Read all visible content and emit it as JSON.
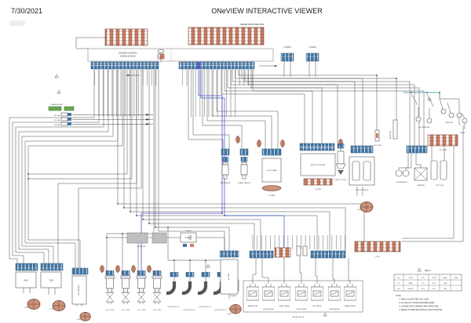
{
  "header": {
    "date": "7/30/2021",
    "title": "ONeVIEW INTERACTIVE VIEWER"
  },
  "ecm": {
    "name1": "ENGINE CONTROL",
    "name2": "MODULE (ECM)",
    "view_note": "VIEWED FROM WIRE SIDE",
    "stub1": "C2 ECM",
    "stub2": "C3 ECM"
  },
  "left": {
    "gnd": "CHASSIS GND",
    "fuse1": "F1 10A",
    "fuse2": "F2 15A",
    "fuse3": "F3 10A"
  },
  "mid": {
    "sensor1": "CAM SENSOR",
    "sensor2": "CRANK SENSOR",
    "sensor3": "OIL PRESS",
    "ctrl": "GLOW TIMER",
    "ctrl_conn": "C-TIMER",
    "pump": "INJECTION PUMP",
    "pump_conn": "C-PUMP",
    "sol1": "FUEL CUT SOL",
    "dual": "STOP SOLENOID",
    "dual_conn": "C-EGR"
  },
  "right": {
    "jb": "J/B CONN",
    "sw1": "OIL PRESS SW",
    "sw2": "PARK SW",
    "res": "RESISTOR",
    "fuse": "FUS LINK",
    "alt": "ALTERNATOR",
    "start": "STARTER",
    "sol": "STOP SOL",
    "horn": "HORN"
  },
  "bottom_left": {
    "mod1": "ACM",
    "mod2": "TCM",
    "mod1_conn": "C-ACM",
    "mod2_conn": "C-TCM",
    "tall": "DPF MODULE",
    "tall_conn": "C-DPF",
    "res1": "RESISTOR",
    "diode": "DIODE"
  },
  "injectors": [
    "CYL #1 INJ",
    "CYL #2 INJ",
    "CYL #3 INJ",
    "CYL #4 INJ"
  ],
  "glow": [
    "GLOW PLUG #1",
    "GLOW PLUG #2",
    "GLOW PLUG #3",
    "GLOW PLUG #4"
  ],
  "alarm": "ALARM",
  "relays": {
    "box_label": "RELAY BLOCK",
    "conn": "C-RLY",
    "items": [
      "MAIN RELAY",
      "GLOW RELAY",
      "START RELAY",
      "FUEL RELAY",
      "A/C RELAY",
      "HORN RELAY",
      "SPARE RELAY"
    ]
  },
  "bottom_mid": {
    "acu": "A/C UNIT",
    "acu_conn": "C-A/C"
  },
  "table": {
    "title": "RELAY",
    "headers": [
      "NO.",
      "TYPE",
      "COIL",
      "CONT",
      "RATE",
      "RMK"
    ],
    "rows": [
      [
        "R-1",
        "MINI",
        "12V",
        "N.O.",
        "30A",
        "-"
      ],
      [
        "R-2",
        "MICRO",
        "12V",
        "N.O.",
        "20A",
        "-"
      ]
    ]
  },
  "notes": [
    "NOTE:",
    "1. WIRE COLORS PER SAE J1128.",
    "2. ALL RELAYS SHOWN DE-ENERGIZED.",
    "3. CONNECTORS VIEWED FROM WIRE SIDE.",
    "4. REFER TO SERVICE MANUAL FOR PIN DETAIL."
  ],
  "colors": {
    "wire": "#4a4a4a",
    "highlight_violet": "#5b4fcf",
    "highlight_blue": "#3355cc",
    "teal": "#2e9aa0",
    "pin_blue": "#3f74a3",
    "connector_brown": "#cd7f64",
    "connector_green": "#6aa84f"
  }
}
